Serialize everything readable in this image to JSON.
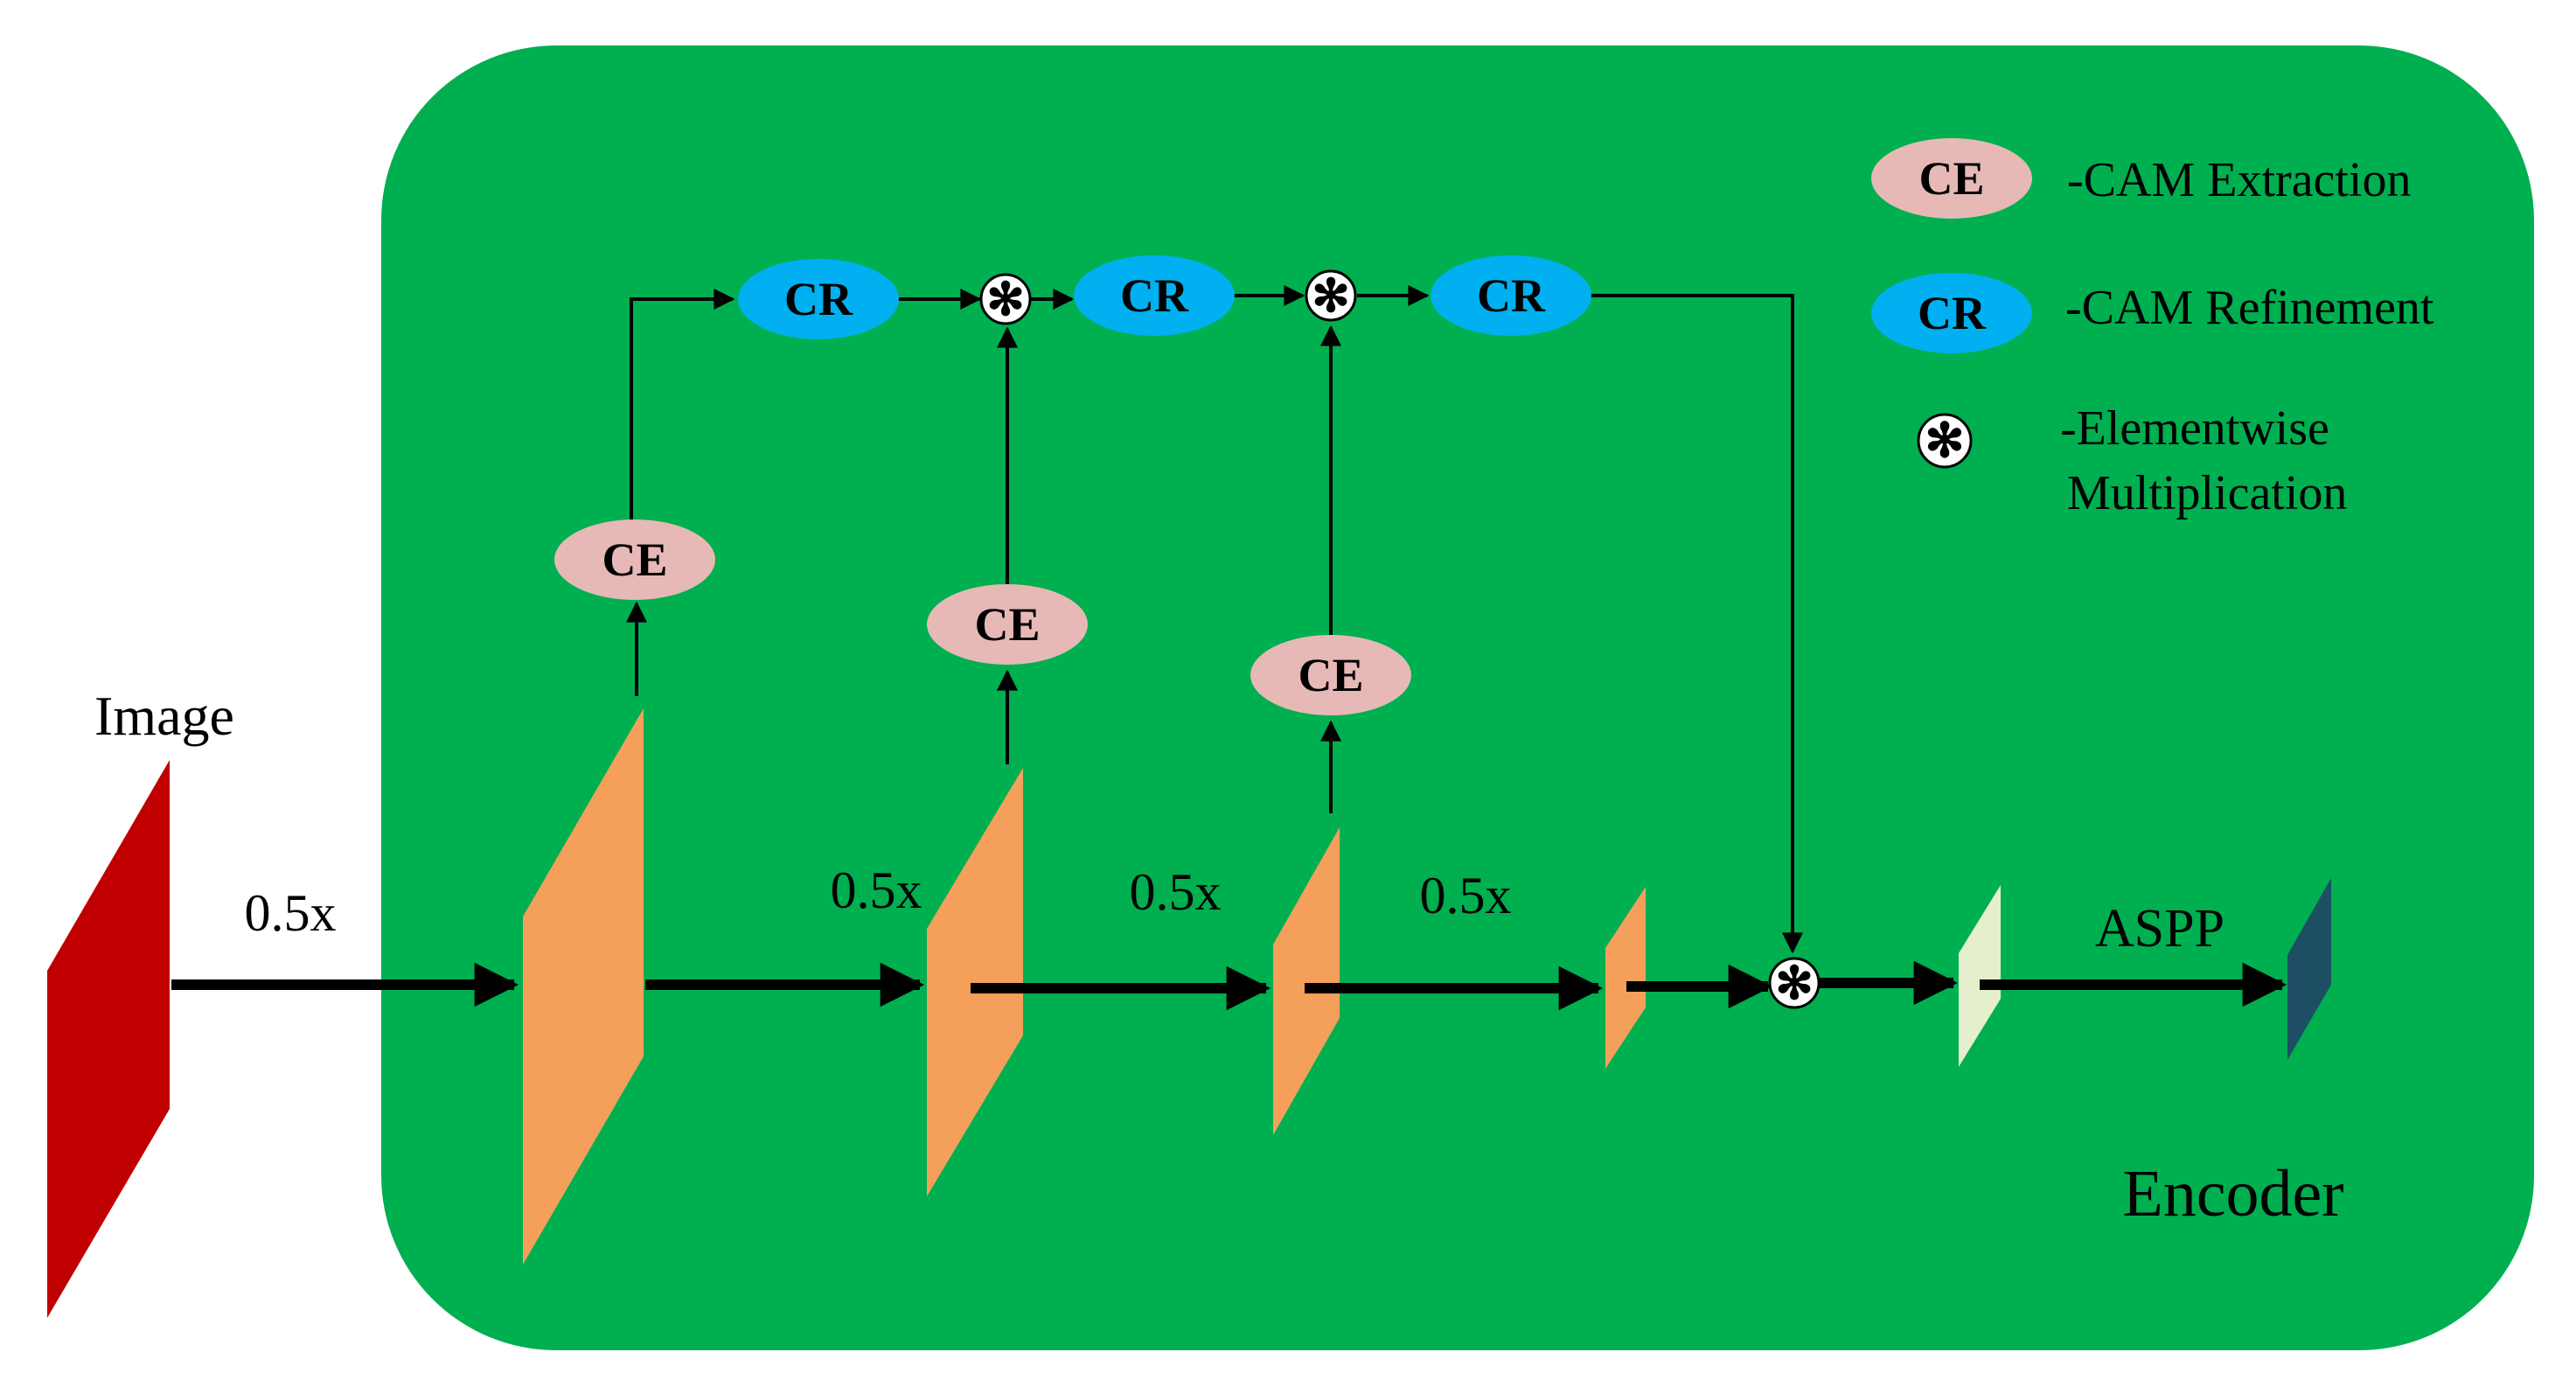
{
  "colors": {
    "encoder_bg": "#00AF50",
    "image_block": "#C00000",
    "feature_block": "#F4A05A",
    "fused_block": "#E6EFCD",
    "aspp_block": "#1E4E64",
    "ce_fill": "#E6B9B6",
    "cr_fill": "#00B0F0",
    "arrow": "#000000",
    "mult_fill": "#FFFFFF"
  },
  "labels": {
    "image": "Image",
    "scale_1": "0.5x",
    "scale_2": "0.5x",
    "scale_3": "0.5x",
    "scale_4": "0.5x",
    "aspp": "ASPP",
    "encoder": "Encoder"
  },
  "nodes": {
    "ce_1": "CE",
    "ce_2": "CE",
    "ce_3": "CE",
    "cr_1": "CR",
    "cr_2": "CR",
    "cr_3": "CR",
    "mult_symbol": "✻"
  },
  "legend": {
    "ce_symbol": "CE",
    "ce_text": "-CAM Extraction",
    "cr_symbol": "CR",
    "cr_text": "-CAM Refinement",
    "mult_symbol": "✻",
    "mult_text_line1": "-Elementwise",
    "mult_text_line2": "Multiplication"
  }
}
